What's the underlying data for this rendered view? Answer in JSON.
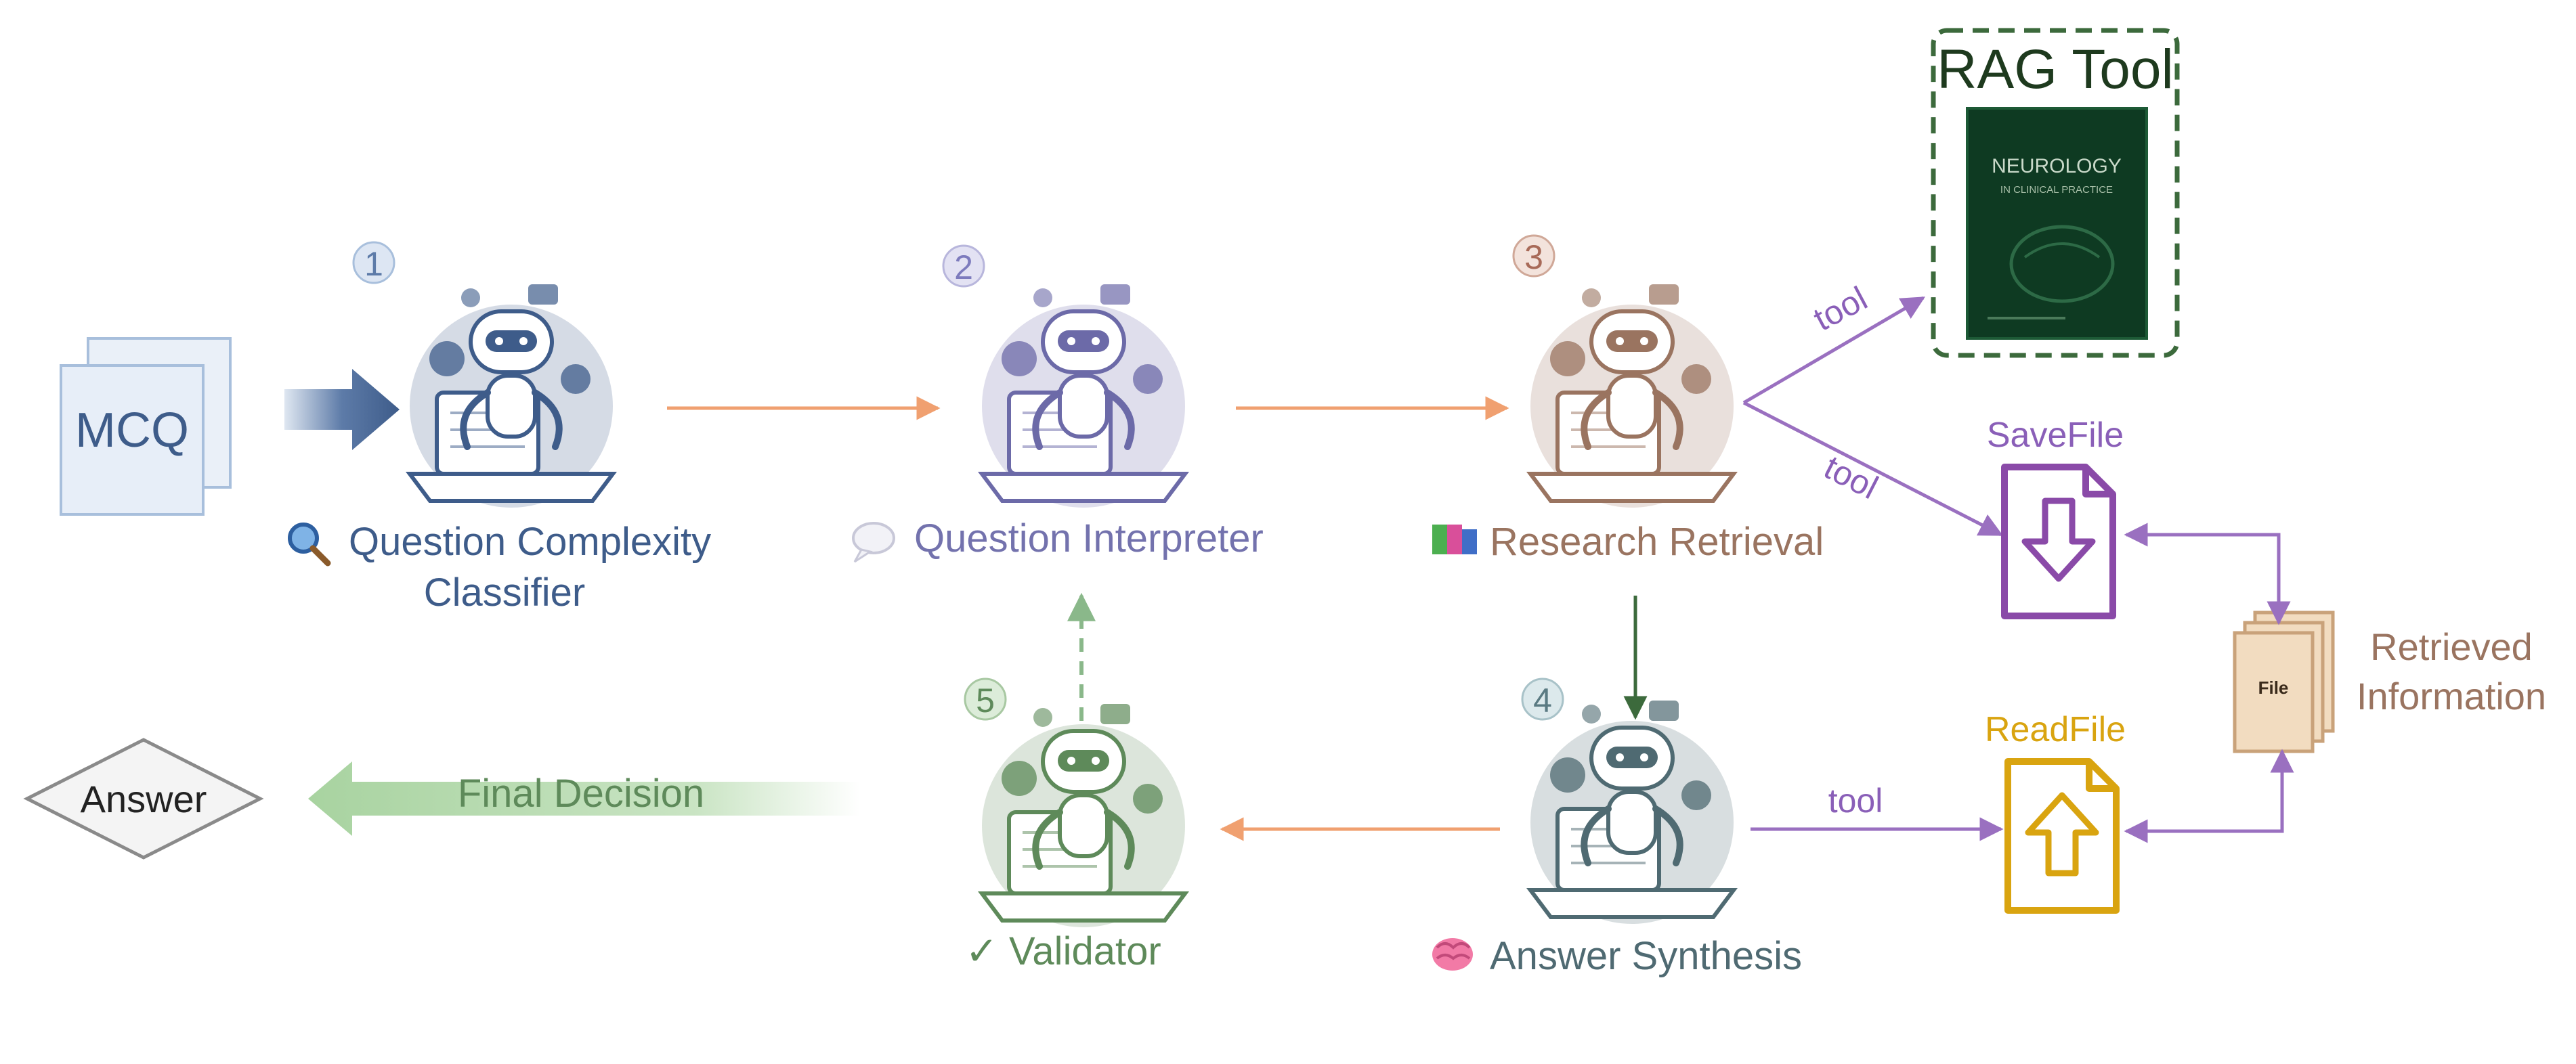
{
  "colors": {
    "blue": "#3e5c8a",
    "indigo": "#6c6aa8",
    "brown": "#9a7460",
    "teal": "#4f6a72",
    "green": "#5e8a5a",
    "orange_arrow": "#f0a070",
    "purple_arrow": "#9a70c0",
    "darkgreen": "#3c6a3c",
    "gold": "#d9a410"
  },
  "input": {
    "label": "MCQ"
  },
  "output": {
    "label": "Answer"
  },
  "final_decision": "Final Decision",
  "agents": [
    {
      "num": "1",
      "icon": "magnifier-icon",
      "line1": "Question Complexity",
      "line2": "Classifier"
    },
    {
      "num": "2",
      "icon": "speech-bubble-icon",
      "line1": "Question Interpreter",
      "line2": ""
    },
    {
      "num": "3",
      "icon": "books-icon",
      "line1": "Research Retrieval",
      "line2": ""
    },
    {
      "num": "4",
      "icon": "brain-icon",
      "line1": "Answer Synthesis",
      "line2": ""
    },
    {
      "num": "5",
      "icon": "checkmark-icon",
      "line1": "✓ Validator",
      "line2": ""
    }
  ],
  "tool_edge_label": "tool",
  "rag_tool": {
    "title": "RAG Tool",
    "book_line1": "NEUROLOGY",
    "book_line2": "IN CLINICAL PRACTICE"
  },
  "savefile": {
    "label": "SaveFile"
  },
  "readfile": {
    "label": "ReadFile"
  },
  "file_stack": {
    "label": "File"
  },
  "retrieved": {
    "line1": "Retrieved",
    "line2": "Information"
  }
}
